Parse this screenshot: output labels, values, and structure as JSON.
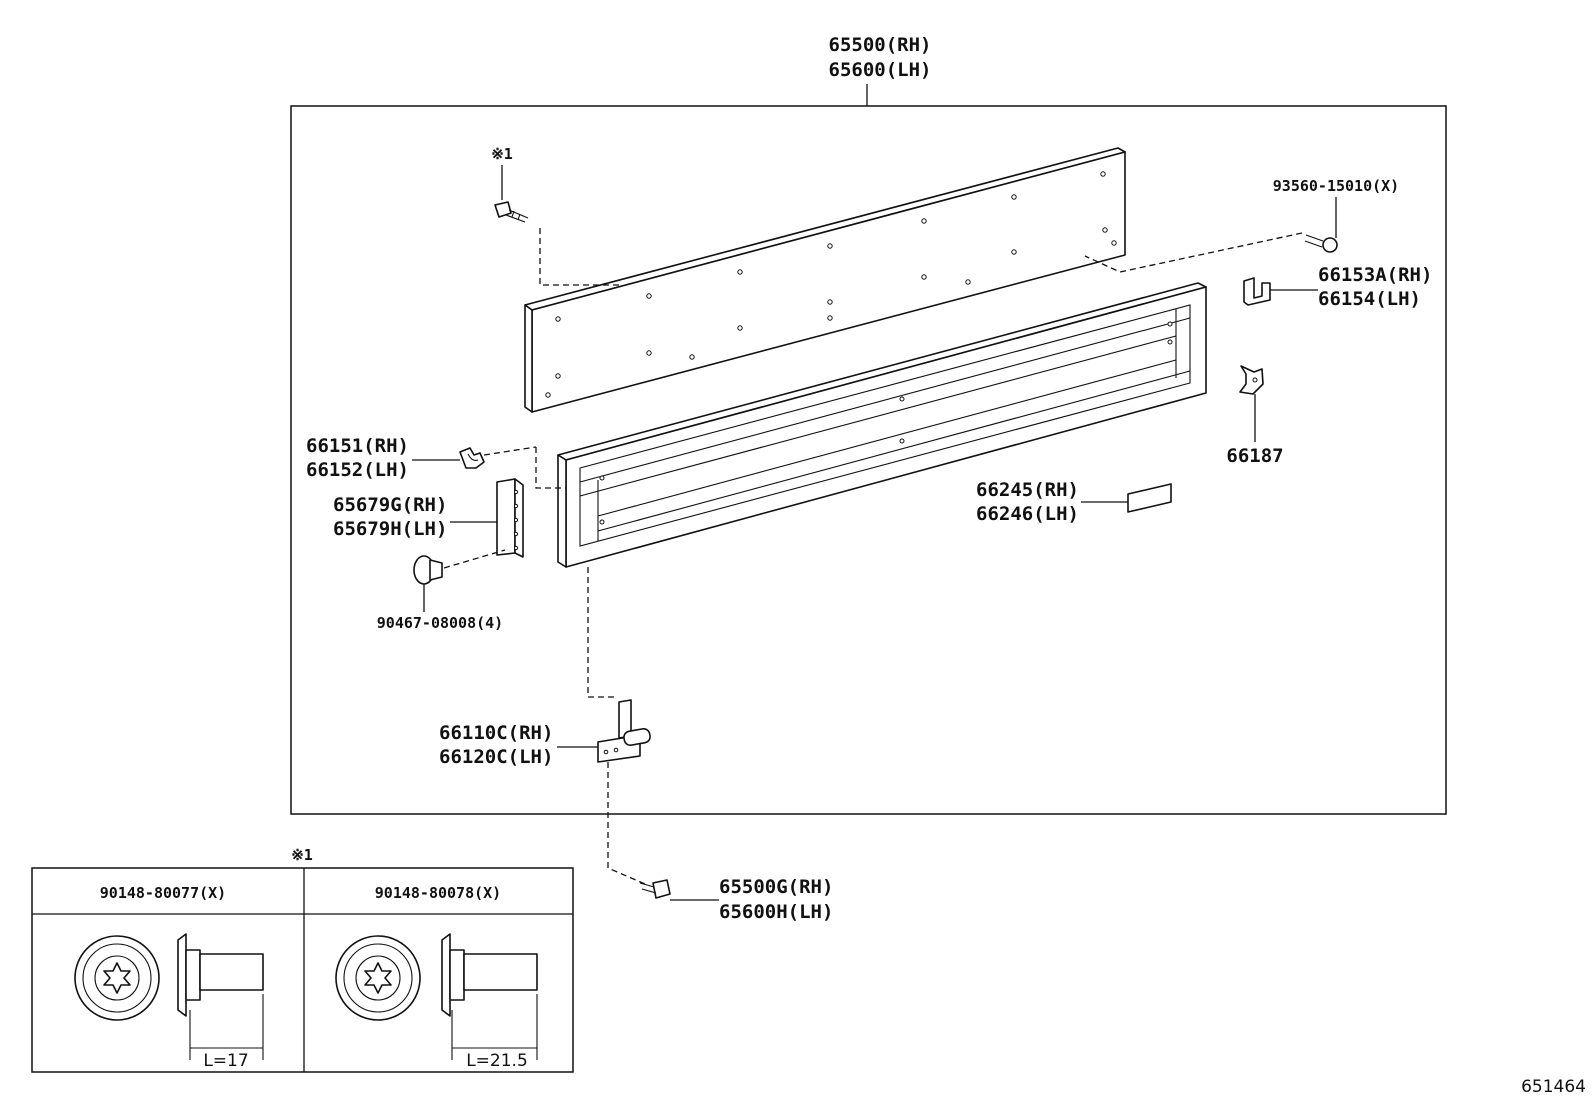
{
  "main_assembly": {
    "part_rh": "65500(RH)",
    "part_lh": "65600(LH)"
  },
  "note_mark": "※1",
  "callouts": {
    "screw_top_note": "※1",
    "bolt_93560": "93560-15010(X)",
    "hook_rh": "66153A(RH)",
    "hook_lh": "66154(LH)",
    "bracket_66187": "66187",
    "clip_rh": "66151(RH)",
    "clip_lh": "66152(LH)",
    "brace_rh": "65679G(RH)",
    "brace_lh": "65679H(LH)",
    "rivet": "90467-08008(4)",
    "plate_rh": "66245(RH)",
    "plate_lh": "66246(LH)",
    "hinge_rh": "66110C(RH)",
    "hinge_lh": "66120C(LH)",
    "bolt_rh": "65500G(RH)",
    "bolt_lh": "65600H(LH)"
  },
  "inset": {
    "note": "※1",
    "columns": [
      {
        "part": "90148-80077(X)",
        "length": "L=17"
      },
      {
        "part": "90148-80078(X)",
        "length": "L=21.5"
      }
    ]
  },
  "diagram_id": "651464"
}
